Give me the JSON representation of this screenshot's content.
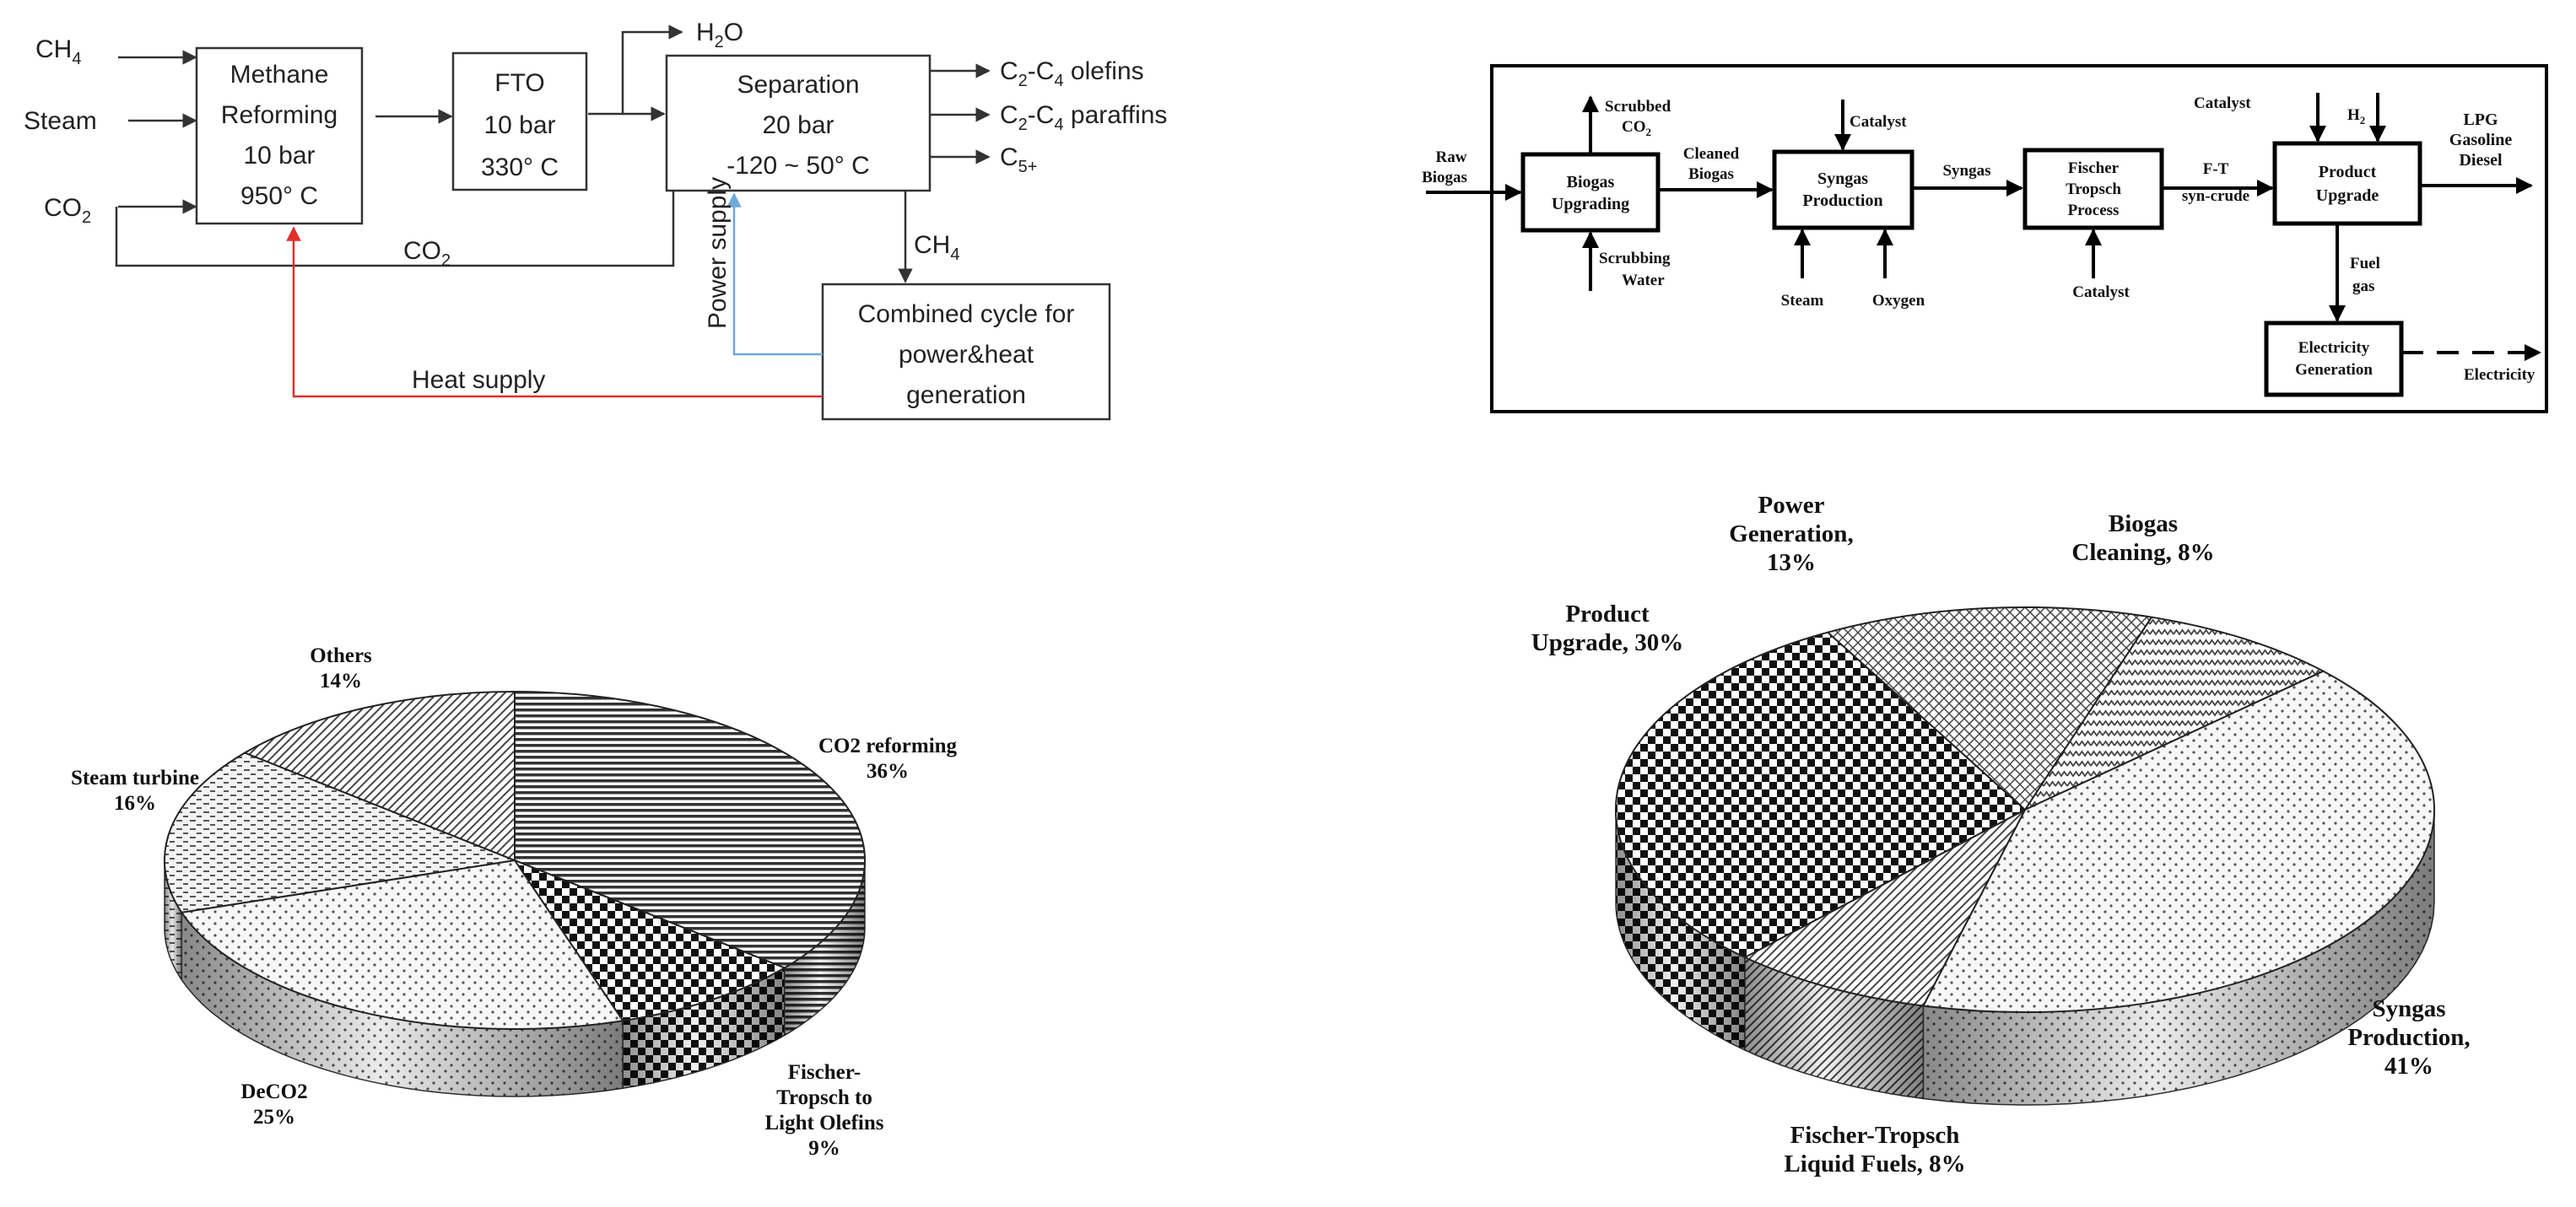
{
  "diagram_a": {
    "inputs": {
      "ch4": "CH",
      "ch4_sub": "4",
      "steam": "Steam",
      "co2": "CO",
      "co2_sub": "2"
    },
    "reforming": {
      "l1": "Methane",
      "l2": "Reforming",
      "l3": "10 bar",
      "l4": "950°  C"
    },
    "fto": {
      "l1": "FTO",
      "l2": "10 bar",
      "l3": "330°  C"
    },
    "separation": {
      "l1": "Separation",
      "l2": "20 bar",
      "l3": "-120 ~ 50°  C"
    },
    "h2o": {
      "main": "H",
      "sub": "2",
      "tail": "O"
    },
    "outputs": {
      "olefins": {
        "a": "C",
        "s1": "2",
        "b": "-C",
        "s2": "4",
        "c": " olefins"
      },
      "paraffins": {
        "a": "C",
        "s1": "2",
        "b": "-C",
        "s2": "4",
        "c": " paraffins"
      },
      "c5": {
        "a": "C",
        "s1": "5+"
      }
    },
    "co2_recycle": {
      "main": "CO",
      "sub": "2"
    },
    "ch4_out": {
      "main": "CH",
      "sub": "4"
    },
    "combined": {
      "l1": "Combined cycle for",
      "l2": "power&heat",
      "l3": "generation"
    },
    "power_supply": "Power supply",
    "heat_supply": "Heat supply",
    "colors": {
      "heat_line": "#e0302a",
      "power_line": "#6fa8dc"
    }
  },
  "diagram_b": {
    "raw": {
      "l1": "Raw",
      "l2": "Biogas"
    },
    "scrubbed": {
      "l1": "Scrubbed",
      "l2": "CO",
      "sub": "2"
    },
    "upgrading": {
      "l1": "Biogas",
      "l2": "Upgrading"
    },
    "scrub_water": {
      "l1": "Scrubbing",
      "l2": "Water"
    },
    "cleaned": {
      "l1": "Cleaned",
      "l2": "Biogas"
    },
    "catalyst_top": "Catalyst",
    "syngas_prod": {
      "l1": "Syngas",
      "l2": "Production"
    },
    "steam": "Steam",
    "oxygen": "Oxygen",
    "syngas": "Syngas",
    "ft": {
      "l1": "Fischer",
      "l2": "Tropsch",
      "l3": "Process"
    },
    "catalyst_bottom": "Catalyst",
    "ft_crude": {
      "l1": "F-T",
      "l2": "syn-crude"
    },
    "catalyst_up": "Catalyst",
    "h2": {
      "main": "H",
      "sub": "2"
    },
    "upgrade": {
      "l1": "Product",
      "l2": "Upgrade"
    },
    "products": {
      "l1": "LPG",
      "l2": "Gasoline",
      "l3": "Diesel"
    },
    "fuel_gas": {
      "l1": "Fuel",
      "l2": "gas"
    },
    "electricity_gen": {
      "l1": "Electricity",
      "l2": "Generation"
    },
    "electricity": "Electricity"
  },
  "chart_data": [
    {
      "type": "pie",
      "series": [
        {
          "label_lines": [
            "CO2 reforming",
            "36%"
          ],
          "value": 36,
          "pattern": "hlines"
        },
        {
          "label_lines": [
            "Fischer-",
            "Tropsch to",
            "Light Olefins",
            "9%"
          ],
          "value": 9,
          "pattern": "checker"
        },
        {
          "label_lines": [
            "DeCO2",
            "25%"
          ],
          "value": 25,
          "pattern": "dots"
        },
        {
          "label_lines": [
            "Steam turbine",
            "16%"
          ],
          "value": 16,
          "pattern": "dashes"
        },
        {
          "label_lines": [
            "Others",
            "14%"
          ],
          "value": 14,
          "pattern": "diag"
        }
      ]
    },
    {
      "type": "pie",
      "series": [
        {
          "label_lines": [
            "Biogas",
            "Cleaning, 8%"
          ],
          "value": 8,
          "pattern": "zigzag"
        },
        {
          "label_lines": [
            "Syngas",
            "Production,",
            "41%"
          ],
          "value": 41,
          "pattern": "dots"
        },
        {
          "label_lines": [
            "Fischer-Tropsch",
            "Liquid Fuels, 8%"
          ],
          "value": 8,
          "pattern": "diag"
        },
        {
          "label_lines": [
            "Product",
            "Upgrade,  30%"
          ],
          "value": 30,
          "pattern": "checker"
        },
        {
          "label_lines": [
            "Power",
            "Generation,",
            "13%"
          ],
          "value": 13,
          "pattern": "hatch"
        }
      ]
    }
  ]
}
